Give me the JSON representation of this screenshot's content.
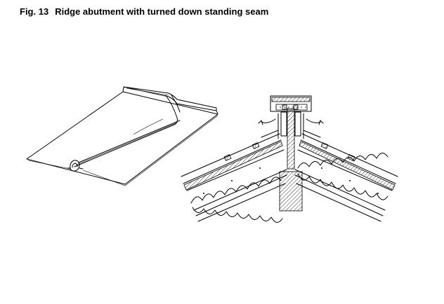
{
  "caption": {
    "figure_number": "Fig. 13",
    "title": "Ridge abutment with turned down standing seam"
  },
  "icons": {
    "panel": "standing-seam-panel-illustration",
    "section": "ridge-section-illustration"
  }
}
